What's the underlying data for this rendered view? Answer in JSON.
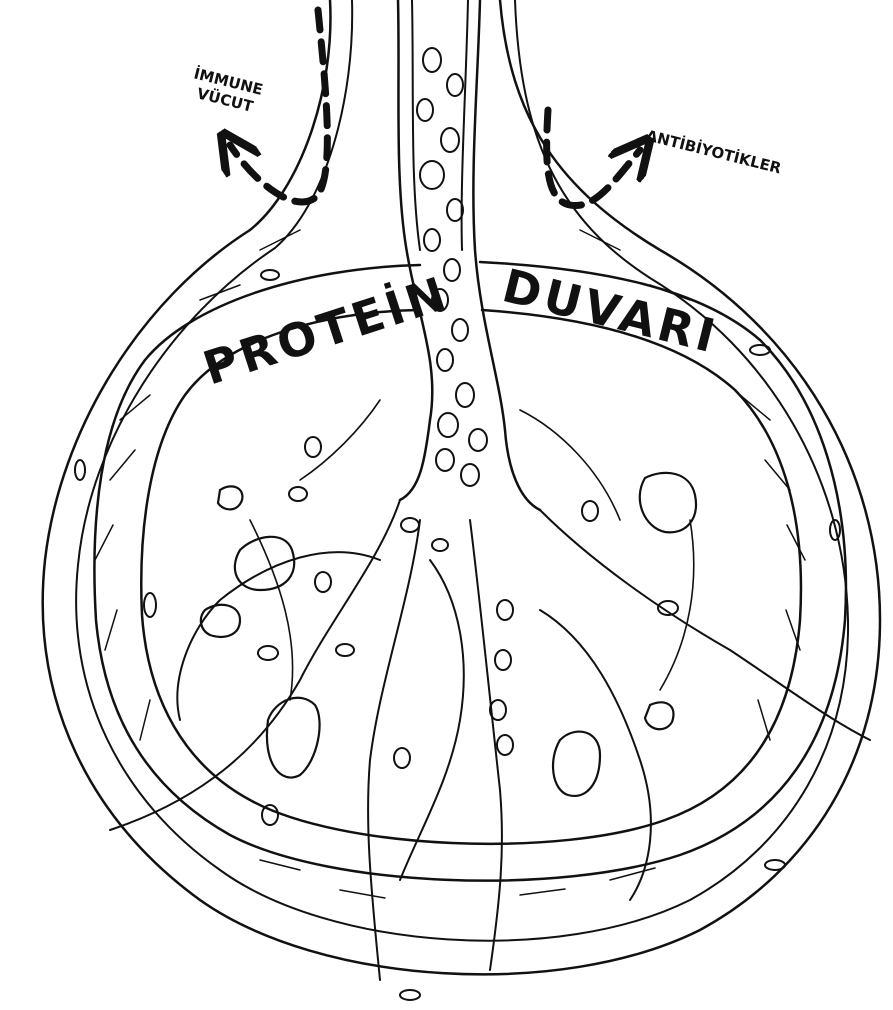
{
  "labels": {
    "immune_line1": "İMMUNE",
    "immune_line2": "VÜCUT",
    "antibiotics": "ANTİBİYOTİKLER",
    "protein": "PROTEİN",
    "wall": "DUVARI"
  },
  "colors": {
    "ink": "#111111",
    "paper": "#ffffff"
  }
}
